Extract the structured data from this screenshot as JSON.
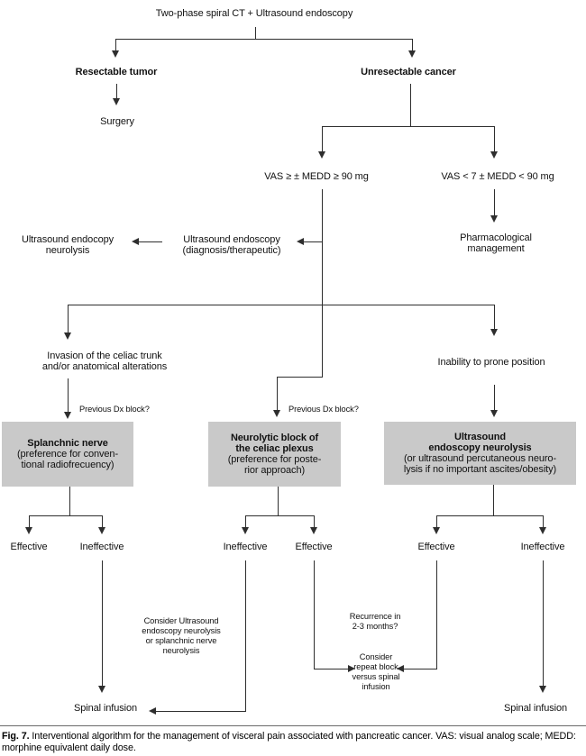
{
  "colors": {
    "background": "#ffffff",
    "box_fill": "#c9c9c9",
    "line": "#2e2e2e",
    "text": "#111111"
  },
  "flowchart": {
    "root": "Two-phase spiral CT + Ultrasound endoscopy",
    "resectable": "Resectable tumor",
    "unresectable": "Unresectable cancer",
    "surgery": "Surgery",
    "vas_high": "VAS ≥ ± MEDD ≥ 90 mg",
    "vas_low": "VAS < 7 ± MEDD < 90 mg",
    "pharmacological": "Pharmacological\nmanagement",
    "us_endoscopy_dx": "Ultrasound endoscopy\n(diagnosis/therapeutic)",
    "us_endocopy_neurolysis": "Ultrasound endocopy\nneurolysis",
    "invasion": "Invasion of the celiac trunk\nand/or anatomical alterations",
    "inability": "Inability to prone position",
    "previous_dx_left": "Previous Dx block?",
    "previous_dx_mid": "Previous Dx block?",
    "boxes": {
      "splanchnic": {
        "title": "Splanchnic nerve",
        "detail": "(preference for conven-\ntional radiofrecuency)"
      },
      "neurolytic": {
        "title": "Neurolytic block of\nthe celiac plexus",
        "detail": "(preference for poste-\nrior approach)"
      },
      "ultrasound": {
        "title": "Ultrasound\nendoscopy neurolysis",
        "detail": "(or ultrasound percutaneous neuro-\nlysis if no important ascites/obesity)"
      }
    },
    "outcomes": {
      "splanchnic_effective": "Effective",
      "splanchnic_ineffective": "Ineffective",
      "neurolytic_ineffective": "Ineffective",
      "neurolytic_effective": "Effective",
      "ultrasound_effective": "Effective",
      "ultrasound_ineffective": "Ineffective"
    },
    "annotations": {
      "consider_us": "Consider Ultrasound\nendoscopy neurolysis\nor splanchnic nerve\nneurolysis",
      "recurrence": "Recurrence in\n2-3 months?",
      "consider_repeat": "Consider\nrepeat block\nversus spinal\ninfusion"
    },
    "spinal_left": "Spinal infusion",
    "spinal_right": "Spinal infusion"
  },
  "caption": {
    "label": "Fig. 7.",
    "text": " Interventional algorithm for the management of visceral pain associated with pancreatic cancer. VAS: visual analog scale; MEDD: morphine equivalent daily dose."
  }
}
